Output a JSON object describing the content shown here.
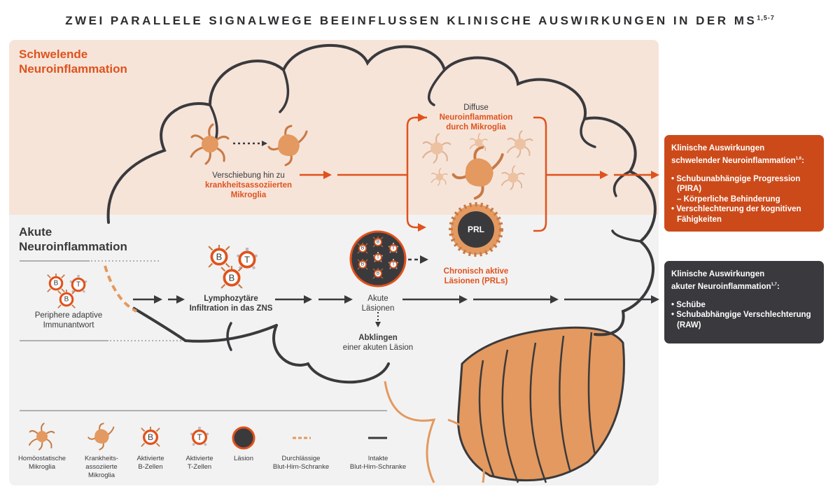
{
  "title": {
    "text": "ZWEI PARALLELE SIGNALWEGE BEEINFLUSSEN KLINISCHE AUSWIRKUNGEN IN DER MS",
    "refs": "1,5-7"
  },
  "smoldering": {
    "heading_1": "Schwelende",
    "heading_2": "Neuroinflammation",
    "shift_1": "Verschiebung hin zu",
    "shift_2": "krankheitsassoziierten",
    "shift_3": "Mikroglia",
    "diffuse_1": "Diffuse",
    "diffuse_2": "Neuroinflammation",
    "diffuse_3": "durch Mikroglia",
    "prl_badge": "PRL",
    "prl_1": "Chronisch aktive",
    "prl_2": "Läsionen (PRLs)"
  },
  "acute": {
    "heading_1": "Akute",
    "heading_2": "Neuroinflammation",
    "peripheral_1": "Periphere adaptive",
    "peripheral_2": "Immunantwort",
    "infiltration_1": "Lymphozytäre",
    "infiltration_2": "Infiltration in das ZNS",
    "lesions_1": "Akute",
    "lesions_2": "Läsionen",
    "resolve_1": "Abklingen",
    "resolve_2": "einer akuten Läsion"
  },
  "cells": {
    "b": "B",
    "t": "T"
  },
  "legend": [
    {
      "l1": "Homöostatische",
      "l2": "Mikroglia",
      "l3": ""
    },
    {
      "l1": "Krankheits-",
      "l2": "assoziierte",
      "l3": "Mikroglia"
    },
    {
      "l1": "Aktivierte",
      "l2": "B-Zellen",
      "l3": ""
    },
    {
      "l1": "Aktivierte",
      "l2": "T-Zellen",
      "l3": ""
    },
    {
      "l1": "Läsion",
      "l2": "",
      "l3": ""
    },
    {
      "l1": "Durchlässige",
      "l2": "Blut-Hirn-Schranke",
      "l3": ""
    },
    {
      "l1": "Intakte",
      "l2": "Blut-Hirn-Schranke",
      "l3": ""
    }
  ],
  "card_smoldering": {
    "title_1": "Klinische Auswirkungen",
    "title_2": "schwelender Neuroinflammation",
    "refs": "1,6",
    "items": [
      "• Schubunabhängige Progression (PIRA)",
      "– Körperliche Behinderung",
      "• Verschlechterung der kognitiven Fähigkeiten"
    ]
  },
  "card_acute": {
    "title_1": "Klinische Auswirkungen",
    "title_2": "akuter Neuroinflammation",
    "refs": "1,7",
    "items": [
      "• Schübe",
      "• Schubabhängige Verschlechterung (RAW)"
    ]
  },
  "colors": {
    "orange": "#e0521c",
    "card_orange": "#cc4a1a",
    "dark": "#3a3a3d",
    "microglia": "#e3995f",
    "top_bg": "#f6e4d9",
    "bottom_bg": "#f2f2f2"
  }
}
